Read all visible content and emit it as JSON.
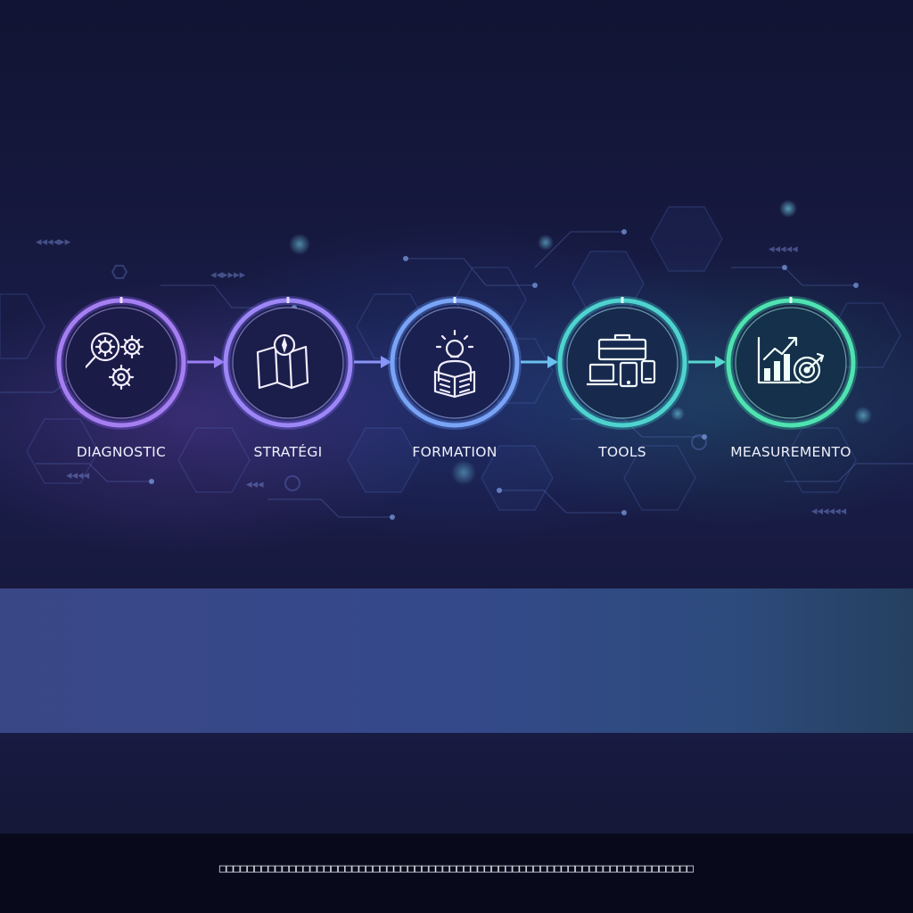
{
  "steps": [
    {
      "label": "DIAGNOSTIC",
      "icon": "magnifier-gears-icon",
      "color": "#a57ff0",
      "glow": "#8a5cf0"
    },
    {
      "label": "STRATÉGI",
      "icon": "map-compass-icon",
      "color": "#9d86f5",
      "glow": "#7a66f0"
    },
    {
      "label": "FORMATION",
      "icon": "person-reading-lightbulb-icon",
      "color": "#7aa4f5",
      "glow": "#5f8ef0"
    },
    {
      "label": "TOOLS",
      "icon": "toolbox-devices-icon",
      "color": "#4fd3cf",
      "glow": "#3cc4c0"
    },
    {
      "label": "MEASUREMENTO",
      "icon": "chart-target-icon",
      "color": "#4fe3b2",
      "glow": "#3bcf9d"
    }
  ],
  "footer": {
    "text": "□□□□□□□□□□□□□□□□□□□□□□□□□□□□□□□□□□□□□□□□□□□□□□□□□□□□□□□□□□□□□□□□□□□□"
  },
  "colors": {
    "background": "#141738",
    "band": "#34498a",
    "footer": "#08091a",
    "arrow_purple": "#9b7ff5",
    "arrow_blue": "#7ba4ff",
    "arrow_teal": "#56d8d0"
  }
}
